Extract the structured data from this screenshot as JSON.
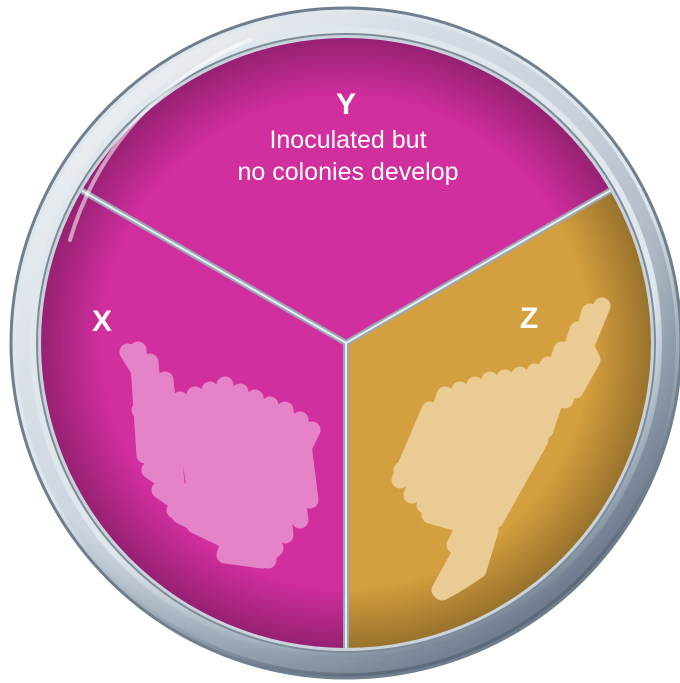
{
  "sections": {
    "y": {
      "letter": "Y",
      "caption_line1": "Inoculated but",
      "caption_line2": "no colonies develop",
      "color": "#d12e9e"
    },
    "x": {
      "letter": "X",
      "color": "#d12e9e",
      "growth_color": "#e583c8"
    },
    "z": {
      "letter": "Z",
      "color": "#d49f3e",
      "growth_color": "#ebcb94"
    }
  },
  "colors": {
    "rim_light": "#eef3f7",
    "rim_dark": "#5f6f7f",
    "divider": "#9aa7b4"
  }
}
